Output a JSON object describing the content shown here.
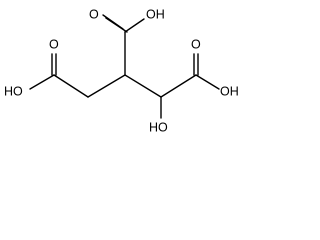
{
  "labels": {
    "oh_top": "OH",
    "o_top": "O",
    "ho_left": "HO",
    "o_left": "O",
    "o_right": "O",
    "oh_right": "OH",
    "ho_bottom": "HO"
  },
  "colors": {
    "stroke": "#000000",
    "background": "#ffffff"
  }
}
